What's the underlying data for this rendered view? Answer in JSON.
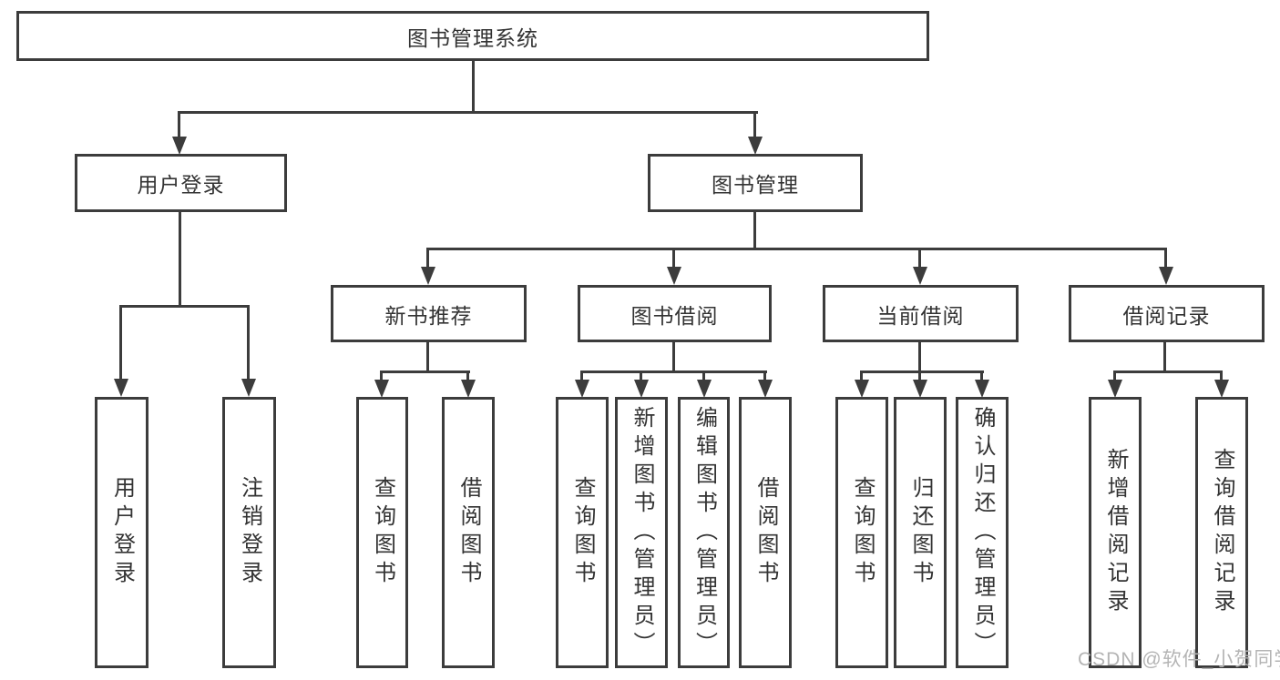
{
  "diagram_title": "图书管理系统",
  "tree": {
    "label": "图书管理系统",
    "children": [
      {
        "label": "用户登录",
        "children": [
          {
            "label": "用户登录"
          },
          {
            "label": "注销登录"
          }
        ]
      },
      {
        "label": "图书管理",
        "children": [
          {
            "label": "新书推荐",
            "children": [
              {
                "label": "查询图书"
              },
              {
                "label": "借阅图书"
              }
            ]
          },
          {
            "label": "图书借阅",
            "children": [
              {
                "label": "查询图书"
              },
              {
                "label": "新增图书（管理员）"
              },
              {
                "label": "编辑图书（管理员）"
              },
              {
                "label": "借阅图书"
              }
            ]
          },
          {
            "label": "当前借阅",
            "children": [
              {
                "label": "查询图书"
              },
              {
                "label": "归还图书"
              },
              {
                "label": "确认归还（管理员）"
              }
            ]
          },
          {
            "label": "借阅记录",
            "children": [
              {
                "label": "新增借阅记录"
              },
              {
                "label": "查询借阅记录"
              }
            ]
          }
        ]
      }
    ]
  },
  "watermark": "CSDN @软件_小贺同学",
  "colors": {
    "line": "#3c3c3c",
    "text": "#333333",
    "watermark": "#b4b4b4",
    "background": "#ffffff"
  }
}
